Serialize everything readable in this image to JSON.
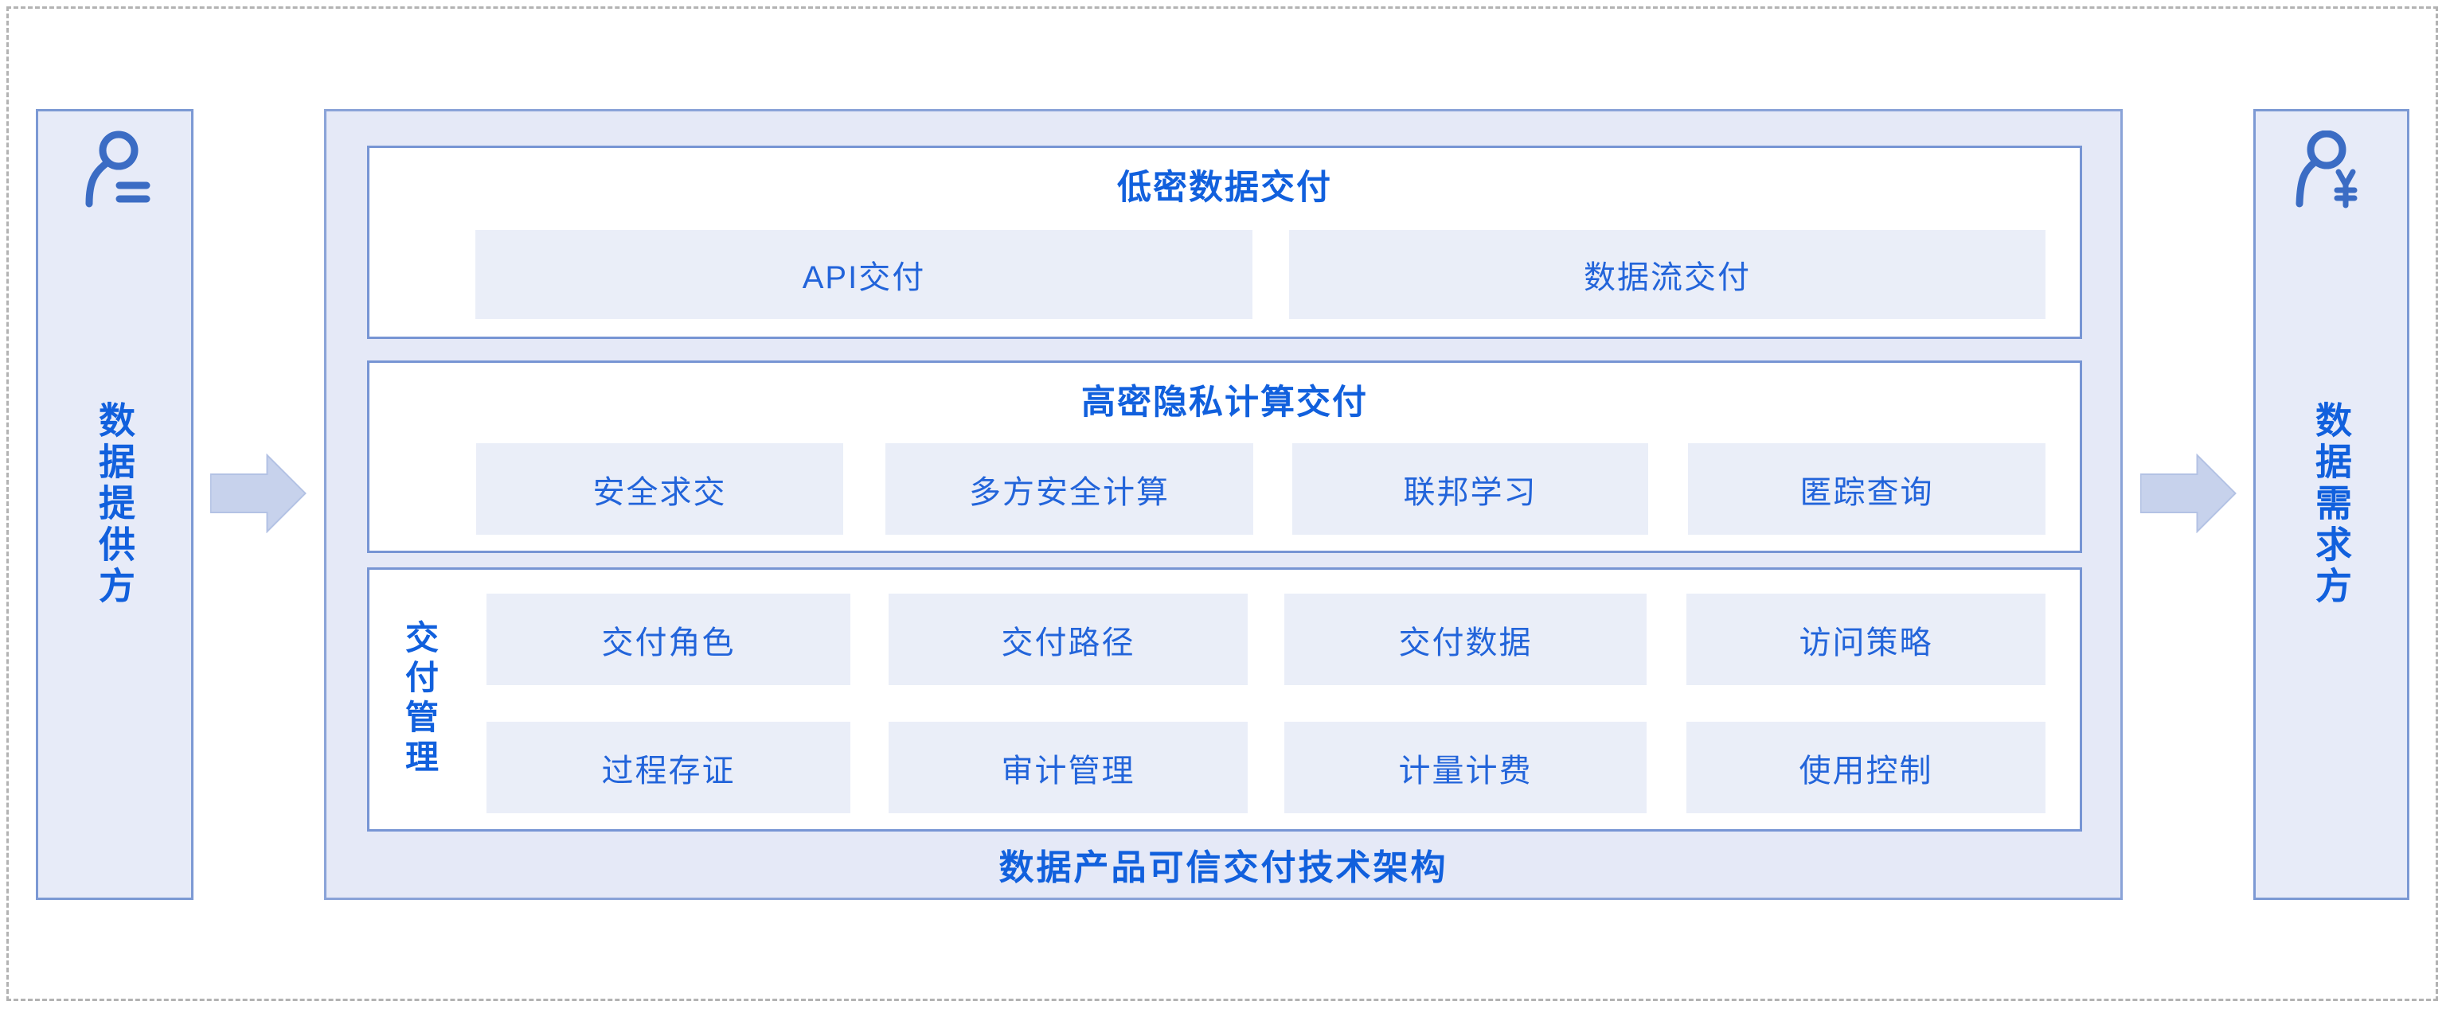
{
  "diagram": {
    "left_actor": {
      "label": "数据提供方",
      "icon": "person-lines-icon"
    },
    "right_actor": {
      "label": "数据需求方",
      "icon": "person-yen-icon"
    },
    "footer_title": "数据产品可信交付技术架构",
    "section1": {
      "title": "低密数据交付",
      "items": [
        "API交付",
        "数据流交付"
      ]
    },
    "section2": {
      "title": "高密隐私计算交付",
      "items": [
        "安全求交",
        "多方安全计算",
        "联邦学习",
        "匿踪查询"
      ]
    },
    "section3": {
      "label": "交付管理",
      "row1": [
        "交付角色",
        "交付路径",
        "交付数据",
        "访问策略"
      ],
      "row2": [
        "过程存证",
        "审计管理",
        "计量计费",
        "使用控制"
      ]
    }
  },
  "colors": {
    "title_text": "#1160dd",
    "item_text": "#2264da",
    "panel_border": "#7795d4",
    "outer_border": "#8aa3d8",
    "side_border": "#7c99d4",
    "container_fill": "#e5e9f7",
    "side_fill": "#e7ebf8",
    "box_fill": "#eaeef8",
    "arrow_fill": "#c7d2ec",
    "arrow_edge": "#b3c2e4",
    "icon_stroke": "#3b6cc4",
    "frame_dash": "#b3b3b3"
  }
}
